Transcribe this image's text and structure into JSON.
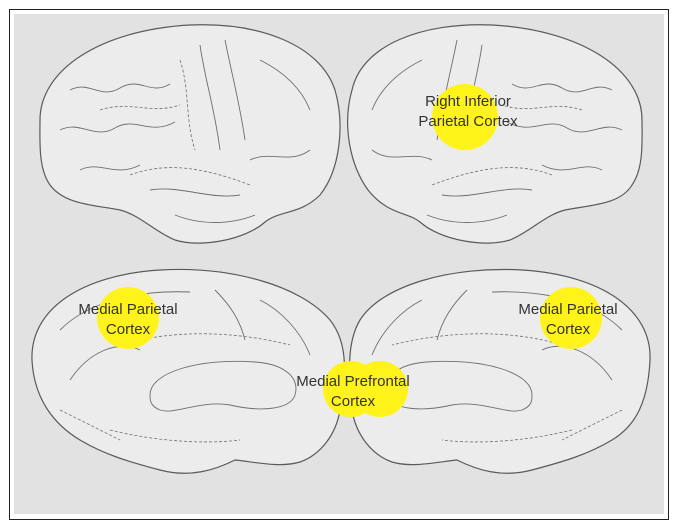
{
  "labels": {
    "right_inferior_parietal": [
      "Right Inferior",
      "Parietal Cortex"
    ],
    "medial_parietal_left": [
      "Medial Parietal",
      "Cortex"
    ],
    "medial_prefrontal": [
      "Medial Prefrontal",
      "Cortex"
    ],
    "medial_parietal_right": [
      "Medial Parietal",
      "Cortex"
    ]
  },
  "colors": {
    "highlight": "#fff31a",
    "brain_fill": "#ececec",
    "brain_stroke": "#666666",
    "background": "#e2e2e2"
  }
}
